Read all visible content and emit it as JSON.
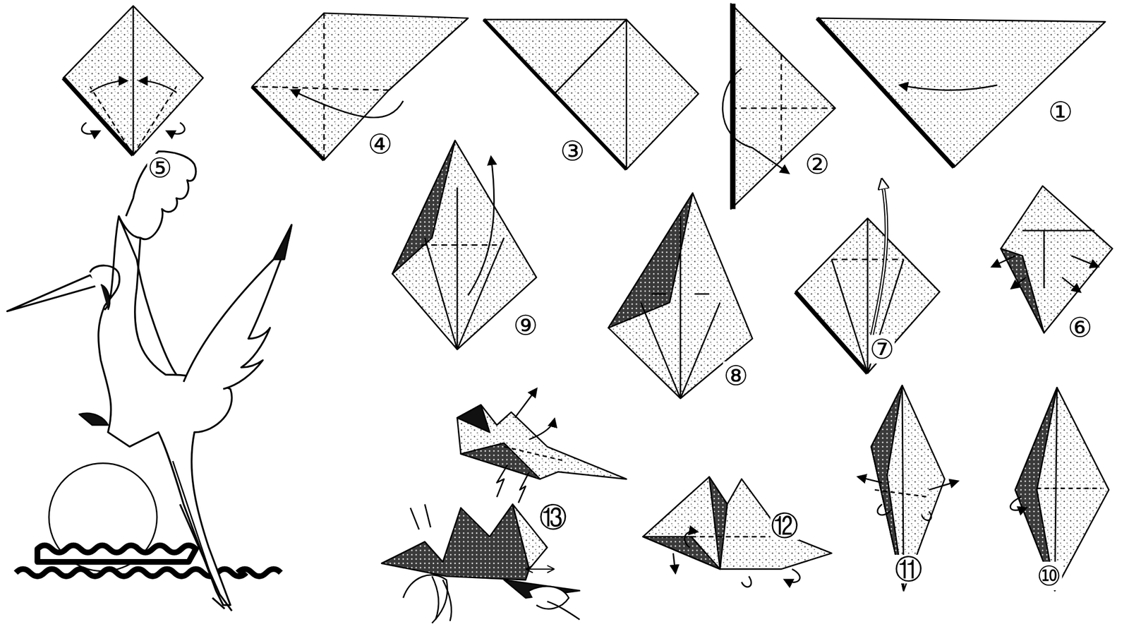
{
  "diagram": {
    "labels": [
      "⑤",
      "④",
      "③",
      "②",
      "①",
      "⑨",
      "⑧",
      "⑦",
      "⑥",
      "⑬",
      "⑫",
      "⑪",
      "⑩"
    ]
  }
}
